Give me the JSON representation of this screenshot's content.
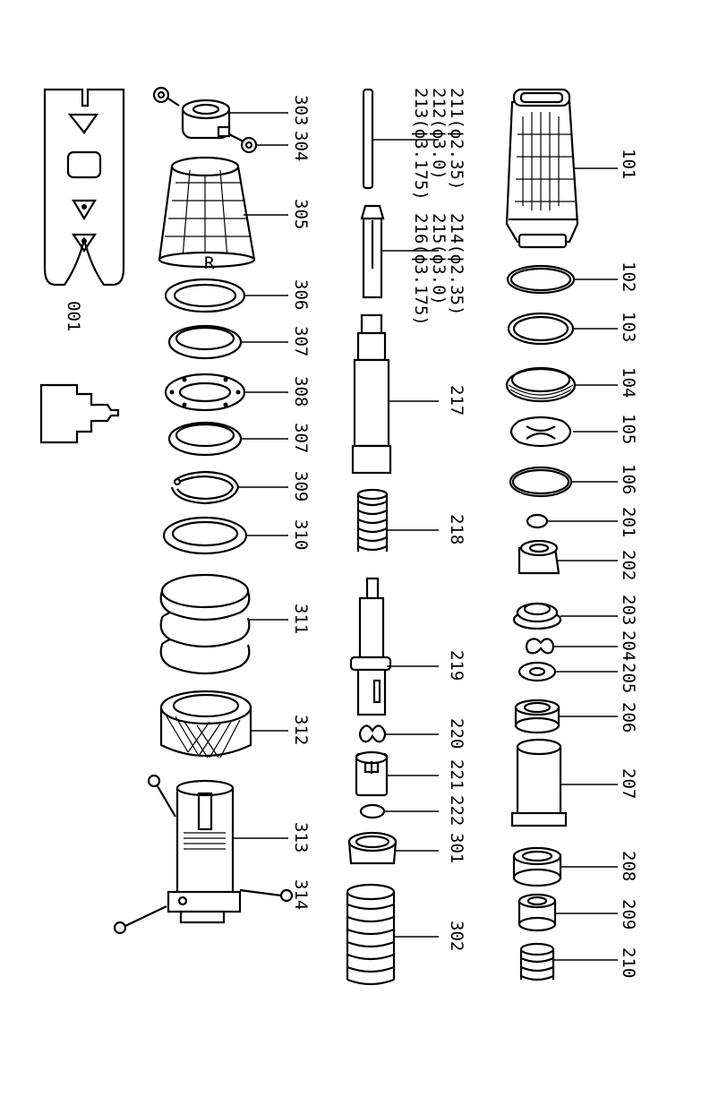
{
  "parts": {
    "p101": "101",
    "p102": "102",
    "p103": "103",
    "p104": "104",
    "p105": "105",
    "p106": "106",
    "p201": "201",
    "p202": "202",
    "p203": "203",
    "p204": "204",
    "p205": "205",
    "p206": "206",
    "p207": "207",
    "p208": "208",
    "p209": "209",
    "p210": "210",
    "p211": "211(ϕ2.35)",
    "p212": "212(ϕ3.0)",
    "p213": "213(ϕ3.175)",
    "p214": "214(ϕ2.35)",
    "p215": "215(ϕ3.0)",
    "p216": "216(ϕ3.175)",
    "p217": "217",
    "p218": "218",
    "p219": "219",
    "p220": "220",
    "p221": "221",
    "p222": "222",
    "p301": "301",
    "p302": "302",
    "p303": "303",
    "p304": "304",
    "p305": "305",
    "p306": "306",
    "p307a": "307",
    "p308": "308",
    "p307b": "307",
    "p309": "309",
    "p310": "310",
    "p311": "311",
    "p312": "312",
    "p313": "313",
    "p314": "314",
    "p001": "001"
  }
}
